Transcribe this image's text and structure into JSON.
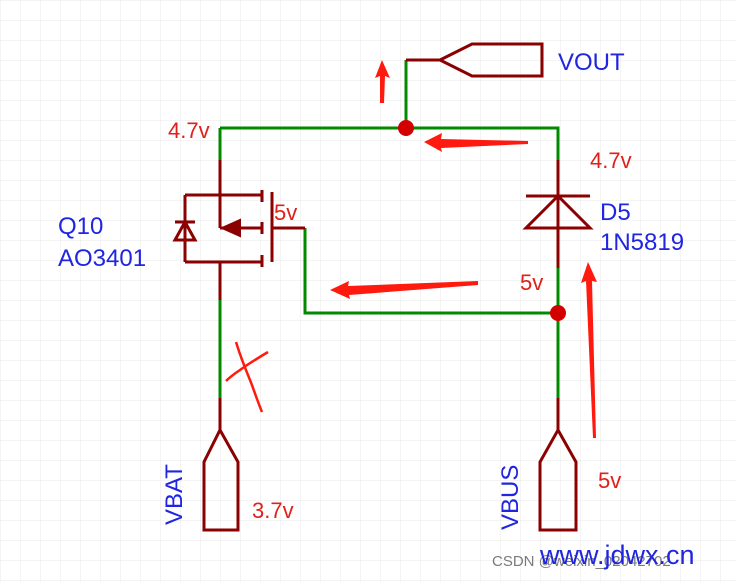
{
  "labels": {
    "vout": "VOUT",
    "vbat": "VBAT",
    "vbus": "VBUS",
    "q_ref": "Q10",
    "q_part": "AO3401",
    "d_ref": "D5",
    "d_part": "1N5819",
    "v_top_left": "4.7v",
    "v_right_upper": "4.7v",
    "v_gate": "5v",
    "v_right_lower": "5v",
    "v_bat": "3.7v",
    "v_bus": "5v",
    "watermark": "CSDN @weixin_02042702",
    "site": "www.jdwx.cn"
  },
  "colors": {
    "wire": "#008a00",
    "component": "#8b0000",
    "junction": "#d40000",
    "annotation": "#ff1a10",
    "net_label": "#1f25e0"
  }
}
